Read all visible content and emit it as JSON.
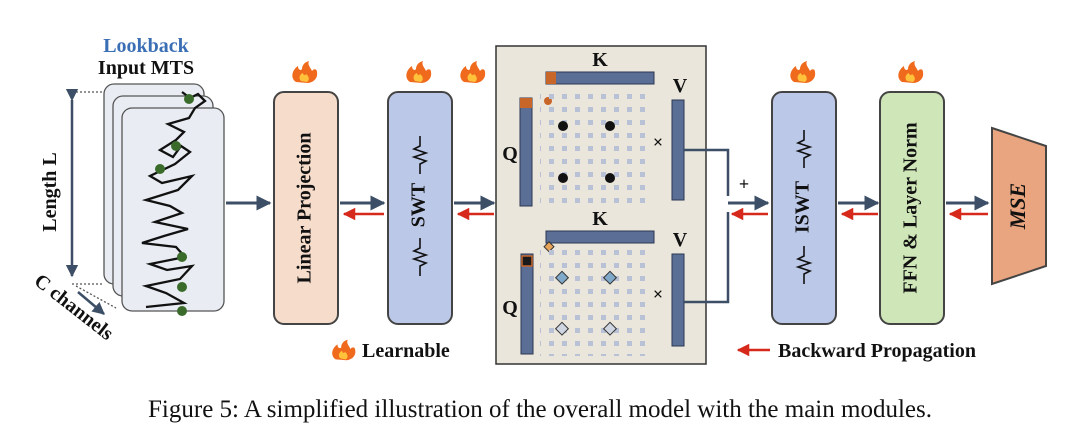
{
  "input": {
    "title_colored": "Lookback",
    "title": "Input MTS",
    "length_label": "Length L",
    "channels_label": "C channels"
  },
  "modules": {
    "linear_projection": "Linear Projection",
    "swt": "SWT",
    "iswt": "ISWT",
    "ffn": "FFN & Layer Norm",
    "mse": "MSE"
  },
  "attention": {
    "k_label": "K",
    "q_label": "Q",
    "v_label": "V",
    "times_symbol": "×",
    "plus_symbol": "+"
  },
  "legend": {
    "learnable": "Learnable",
    "backward": "Backward Propagation"
  },
  "caption": {
    "label": "Figure 5:",
    "text": "A simplified illustration of the overall model with the main modules."
  },
  "colors": {
    "lookback_blue": "#3a6fb5",
    "linear_fill": "#f6dccb",
    "swt_fill": "#bcc8e8",
    "ffn_fill": "#cfe6b8",
    "mse_fill": "#e8a57f",
    "attention_bg": "#ebe6dc",
    "arrow_dark": "#3c4f66",
    "arrow_red": "#d6281b",
    "flame": "#f06a1e"
  }
}
